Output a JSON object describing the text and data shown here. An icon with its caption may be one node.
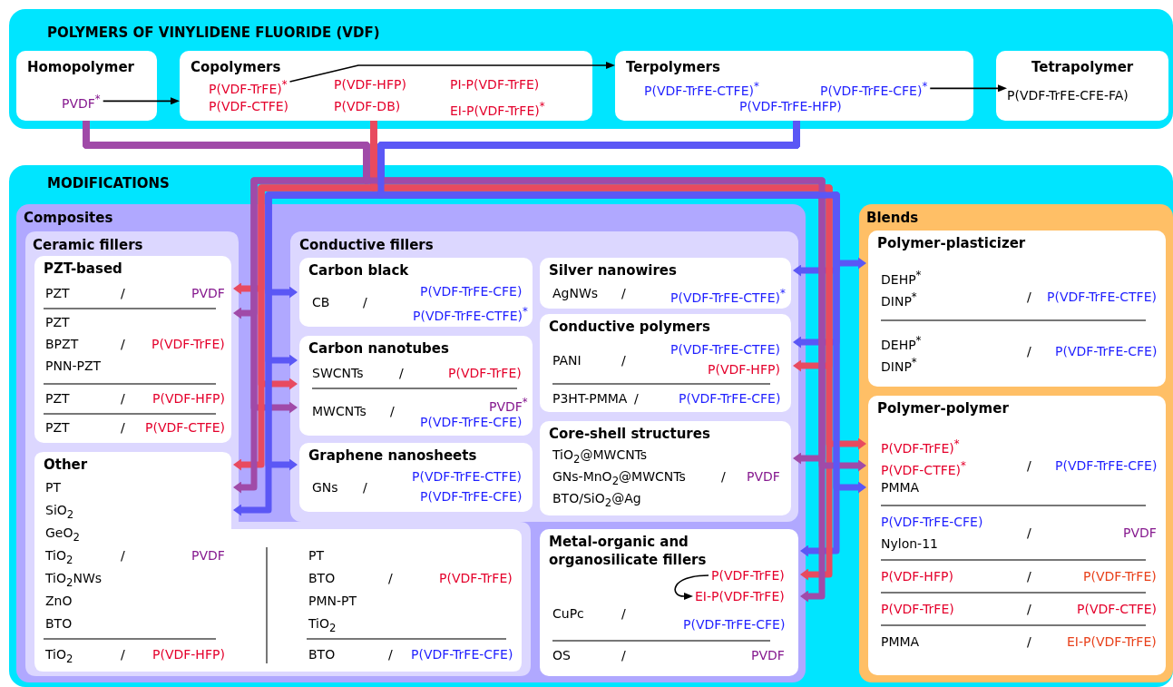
{
  "diagram": {
    "nodes": [
      {
        "text": [
          "POLYMERS OF VINYLIDENE FLUORIDE (VDF)"
        ]
      },
      {
        "text": [
          "Homopolymer"
        ],
        "in": 0
      },
      {
        "text": [
          "PVDF$^{*}$"
        ],
        "in": 1
      },
      {
        "text": [
          "Copolymers"
        ],
        "in": 0
      },
      {
        "text": [
          "P(VDF-TrFE)$^{*}$"
        ],
        "in": 3
      },
      {
        "text": [
          "P(VDF-HFP)"
        ],
        "in": 3
      },
      {
        "text": [
          "PI-P(VDF-TrFE)"
        ],
        "in": 3
      },
      {
        "text": [
          "P(VDF-CTFE)"
        ],
        "in": 3
      },
      {
        "text": [
          "P(VDF-DB)"
        ],
        "in": 3
      },
      {
        "text": [
          "EI-P(VDF-TrFE)$^{*}$"
        ],
        "in": 3
      },
      {
        "text": [
          "Terpolymers"
        ],
        "in": 0
      },
      {
        "text": [
          "P(VDF-TrFE-CTFE)$^{*}$"
        ],
        "in": 10
      },
      {
        "text": [
          "P(VDF-TrFE-CFE)$^{*}$"
        ],
        "in": 10
      },
      {
        "text": [
          "P(VDF-TrFE-HFP)"
        ],
        "in": 10
      },
      {
        "text": [
          "Tetrapolymer"
        ],
        "in": 0
      },
      {
        "text": [
          "P(VDF-TrFE-CFE-FA)"
        ],
        "in": 14
      },
      {
        "text": [
          "MODIFICATIONS"
        ]
      },
      {
        "text": [
          "Composites"
        ],
        "in": 16
      },
      {
        "text": [
          "Ceramic fillers"
        ],
        "in": 17
      },
      {
        "text": [
          "PZT-based",
          "PZT",
          "/",
          "PVDF",
          "PZT",
          "BPZT",
          "/",
          "P(VDF-TrFE)",
          "PNN-PZT",
          "PZT",
          "/",
          "P(VDF-HFP)",
          "PZT",
          "/",
          "P(VDF-CTFE)"
        ],
        "in": 18
      },
      {
        "text": [
          "Other",
          "PT",
          "SiO$_{2}$",
          "GeO$_{2}$",
          "TiO$_{2}$",
          "/",
          "PVDF",
          "TiO$_{2}$NWs",
          "ZnO",
          "BTO",
          "TiO$_{2}$",
          "/",
          "P(VDF-HFP)",
          "PT",
          "BTO",
          "/",
          "P(VDF-TrFE)",
          "PMN-PT",
          "TiO$_{2}$",
          "BTO",
          "/",
          "P(VDF-TrFE-CFE)"
        ],
        "in": 18
      },
      {
        "text": [
          "Conductive fillers"
        ],
        "in": 17
      },
      {
        "text": [
          "Carbon black",
          "CB",
          "/",
          "P(VDF-TrFE-CFE)",
          "P(VDF-TrFE-CTFE)$^{*}$"
        ],
        "in": 21
      },
      {
        "text": [
          "Carbon nanotubes",
          "SWCNTs",
          "/",
          "P(VDF-TrFE)",
          "MWCNTs",
          "/",
          "PVDF$^{*}$",
          "P(VDF-TrFE-CFE)"
        ],
        "in": 21
      },
      {
        "text": [
          "Graphene nanosheets",
          "GNs",
          "/",
          "P(VDF-TrFE-CTFE)",
          "P(VDF-TrFE-CFE)"
        ],
        "in": 21
      },
      {
        "text": [
          "Silver nanowires",
          "AgNWs",
          "/",
          "P(VDF-TrFE-CTFE)$^{*}$"
        ],
        "in": 21
      },
      {
        "text": [
          "Conductive polymers",
          "PANI",
          "/",
          "P(VDF-TrFE-CTFE)",
          "P(VDF-HFP)",
          "P3HT-PMMA",
          "/",
          "P(VDF-TrFE-CFE)"
        ],
        "in": 21
      },
      {
        "text": [
          "Core-shell structures",
          "TiO$_{2}$@MWCNTs",
          "GNs-MnO$_{2}$@MWCNTs",
          "/",
          "PVDF",
          "BTO/SiO$_{2}$@Ag"
        ],
        "in": 21
      },
      {
        "text": [
          "Metal-organic and organosilicate fillers",
          "CuPc",
          "/",
          "P(VDF-TrFE-CFE)",
          "OS",
          "/",
          "PVDF"
        ],
        "in": 17
      },
      {
        "text": [
          "P(VDF-TrFE)"
        ],
        "in": 28
      },
      {
        "text": [
          "EI-P(VDF-TrFE)"
        ],
        "in": 28
      },
      {
        "text": [
          "Blends"
        ],
        "in": 16
      },
      {
        "text": [
          "Polymer-plasticizer",
          "DEHP$^{*}$",
          "DINP$^{*}$",
          "/",
          "P(VDF-TrFE-CTFE)",
          "DEHP$^{*}$",
          "DINP$^{*}$",
          "/",
          "P(VDF-TrFE-CFE)"
        ],
        "in": 31
      },
      {
        "text": [
          "Polymer-polymer",
          "P(VDF-TrFE)$^{*}$",
          "P(VDF-CTFE)$^{*}$",
          "/",
          "P(VDF-TrFE-CFE)",
          "PMMA",
          "P(VDF-TrFE-CFE)",
          "Nylon-11",
          "/",
          "PVDF",
          "P(VDF-HFP)",
          "/",
          "P(VDF-TrFE)",
          "P(VDF-TrFE)",
          "/",
          "P(VDF-CTFE)",
          "PMMA",
          "/",
          "EI-P(VDF-TrFE)"
        ],
        "in": 31
      }
    ],
    "edges": [
      {
        "from": 2,
        "to": 3,
        "arrow": "to",
        "color": "#000000"
      },
      {
        "from": 4,
        "to": 10,
        "arrow": "to",
        "color": "#000000"
      },
      {
        "from": 12,
        "to": 15,
        "arrow": "to",
        "color": "#000000"
      },
      {
        "from": 3,
        "to": 19,
        "arrow": "to",
        "color": "#e84a5f"
      },
      {
        "from": 1,
        "to": 19,
        "arrow": "to",
        "color": "#a04aa8"
      },
      {
        "from": 10,
        "to": 22,
        "arrow": "to",
        "color": "#5b57f5"
      },
      {
        "from": 10,
        "to": 23,
        "arrow": "to",
        "color": "#5b57f5"
      },
      {
        "from": 3,
        "to": 23,
        "arrow": "to",
        "color": "#e84a5f"
      },
      {
        "from": 1,
        "to": 23,
        "arrow": "to",
        "color": "#a04aa8"
      },
      {
        "from": 3,
        "to": 20,
        "arrow": "to",
        "color": "#e84a5f"
      },
      {
        "from": 1,
        "to": 20,
        "arrow": "to",
        "color": "#a04aa8"
      },
      {
        "from": 10,
        "to": 20,
        "arrow": "to",
        "color": "#5b57f5"
      },
      {
        "from": 10,
        "to": 24,
        "arrow": "to",
        "color": "#5b57f5"
      },
      {
        "from": 10,
        "to": 25,
        "arrow": "to",
        "color": "#5b57f5"
      },
      {
        "from": 10,
        "to": 26,
        "arrow": "to",
        "color": "#5b57f5"
      },
      {
        "from": 3,
        "to": 26,
        "arrow": "to",
        "color": "#e84a5f"
      },
      {
        "from": 1,
        "to": 27,
        "arrow": "to",
        "color": "#a04aa8"
      },
      {
        "from": 10,
        "to": 28,
        "arrow": "to",
        "color": "#5b57f5"
      },
      {
        "from": 3,
        "to": 28,
        "arrow": "to",
        "color": "#e84a5f"
      },
      {
        "from": 1,
        "to": 28,
        "arrow": "to",
        "color": "#a04aa8"
      },
      {
        "from": 10,
        "to": 32,
        "arrow": "to",
        "color": "#5b57f5"
      },
      {
        "from": 3,
        "to": 33,
        "arrow": "to",
        "color": "#e84a5f"
      },
      {
        "from": 1,
        "to": 33,
        "arrow": "to",
        "color": "#a04aa8"
      },
      {
        "from": 10,
        "to": 33,
        "arrow": "to",
        "color": "#5b57f5"
      },
      {
        "from": 29,
        "to": 30,
        "arrow": "to",
        "color": "#000000"
      }
    ]
  }
}
